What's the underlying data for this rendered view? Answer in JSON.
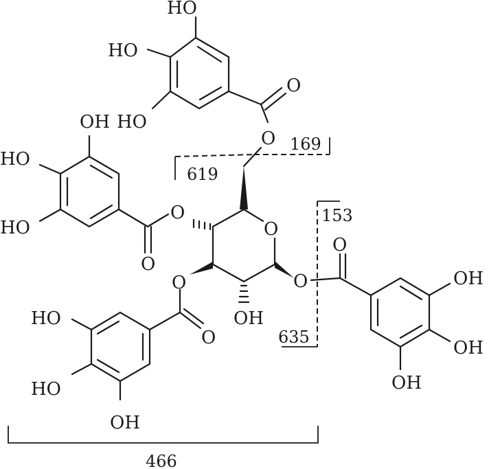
{
  "atoms": {
    "oh": "OH",
    "ho": "HO",
    "o": "O"
  },
  "fragments": {
    "f169": "169",
    "f619": "619",
    "f153": "153",
    "f635": "635",
    "f466": "466"
  }
}
